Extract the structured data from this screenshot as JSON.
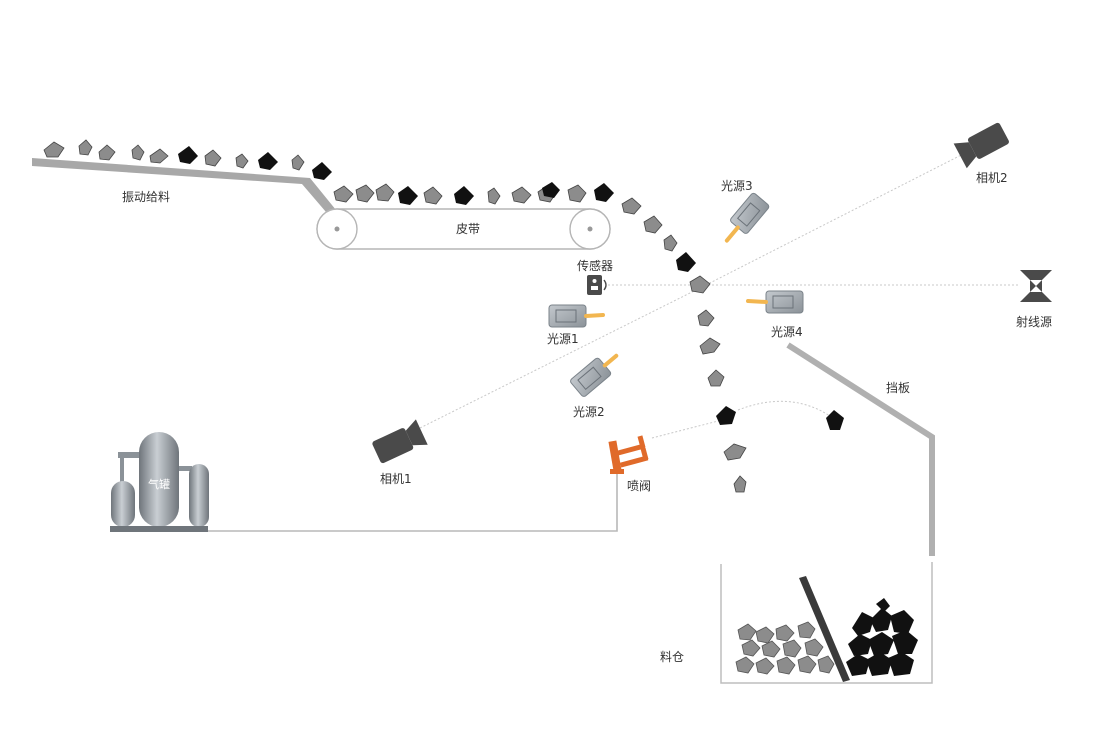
{
  "labels": {
    "feeder": "振动给料",
    "belt": "皮带",
    "sensor": "传感器",
    "light1": "光源1",
    "light2": "光源2",
    "light3": "光源3",
    "light4": "光源4",
    "camera1": "相机1",
    "camera2": "相机2",
    "xray": "射线源",
    "baffle": "挡板",
    "tank": "气罐",
    "valve": "喷阀",
    "bin": "料仓"
  },
  "colors": {
    "structure": "#a8a8a8",
    "belt_outline": "#b5b5b5",
    "device": "#9aa1a8",
    "camera": "#4a4a4a",
    "valve": "#e06a2a",
    "beam": "#f2b650",
    "coal": "#111111",
    "ore": "#8c8c8c"
  },
  "icons": {
    "camera": "camera-icon",
    "light": "light-source-icon",
    "sensor": "sensor-icon",
    "xray": "xray-source-icon",
    "valve": "air-valve-icon",
    "tank": "air-tank-icon"
  }
}
